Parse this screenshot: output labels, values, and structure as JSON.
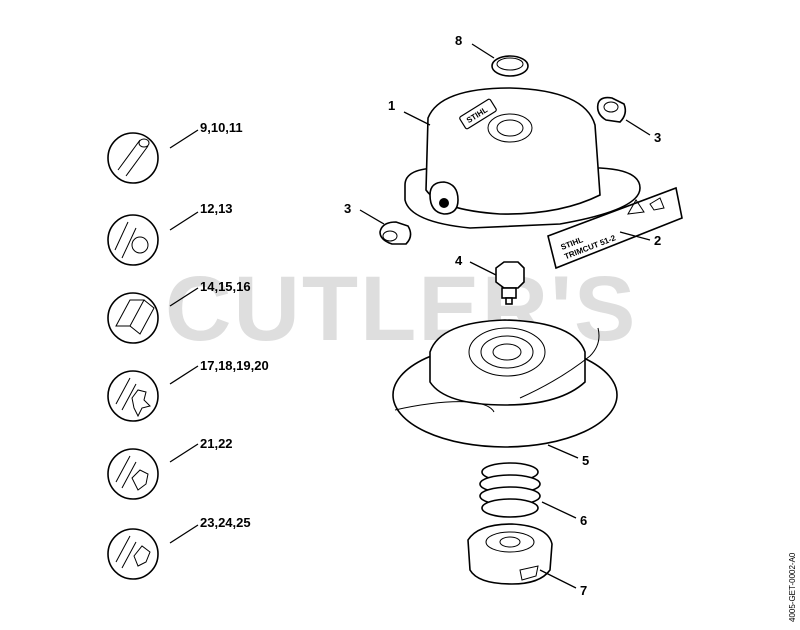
{
  "watermark": "CUTLER'S",
  "doc_id": "4005-GET-0002-A0",
  "brand_text": "STIHL",
  "decal_text": "TRIMCUT 51-2",
  "line_profile_labels": [
    "9,10,11",
    "12,13",
    "14,15,16",
    "17,18,19,20",
    "21,22",
    "23,24,25"
  ],
  "callouts": {
    "c1": "1",
    "c2": "2",
    "c3a": "3",
    "c3b": "3",
    "c4": "4",
    "c5": "5",
    "c6": "6",
    "c7": "7",
    "c8": "8"
  }
}
